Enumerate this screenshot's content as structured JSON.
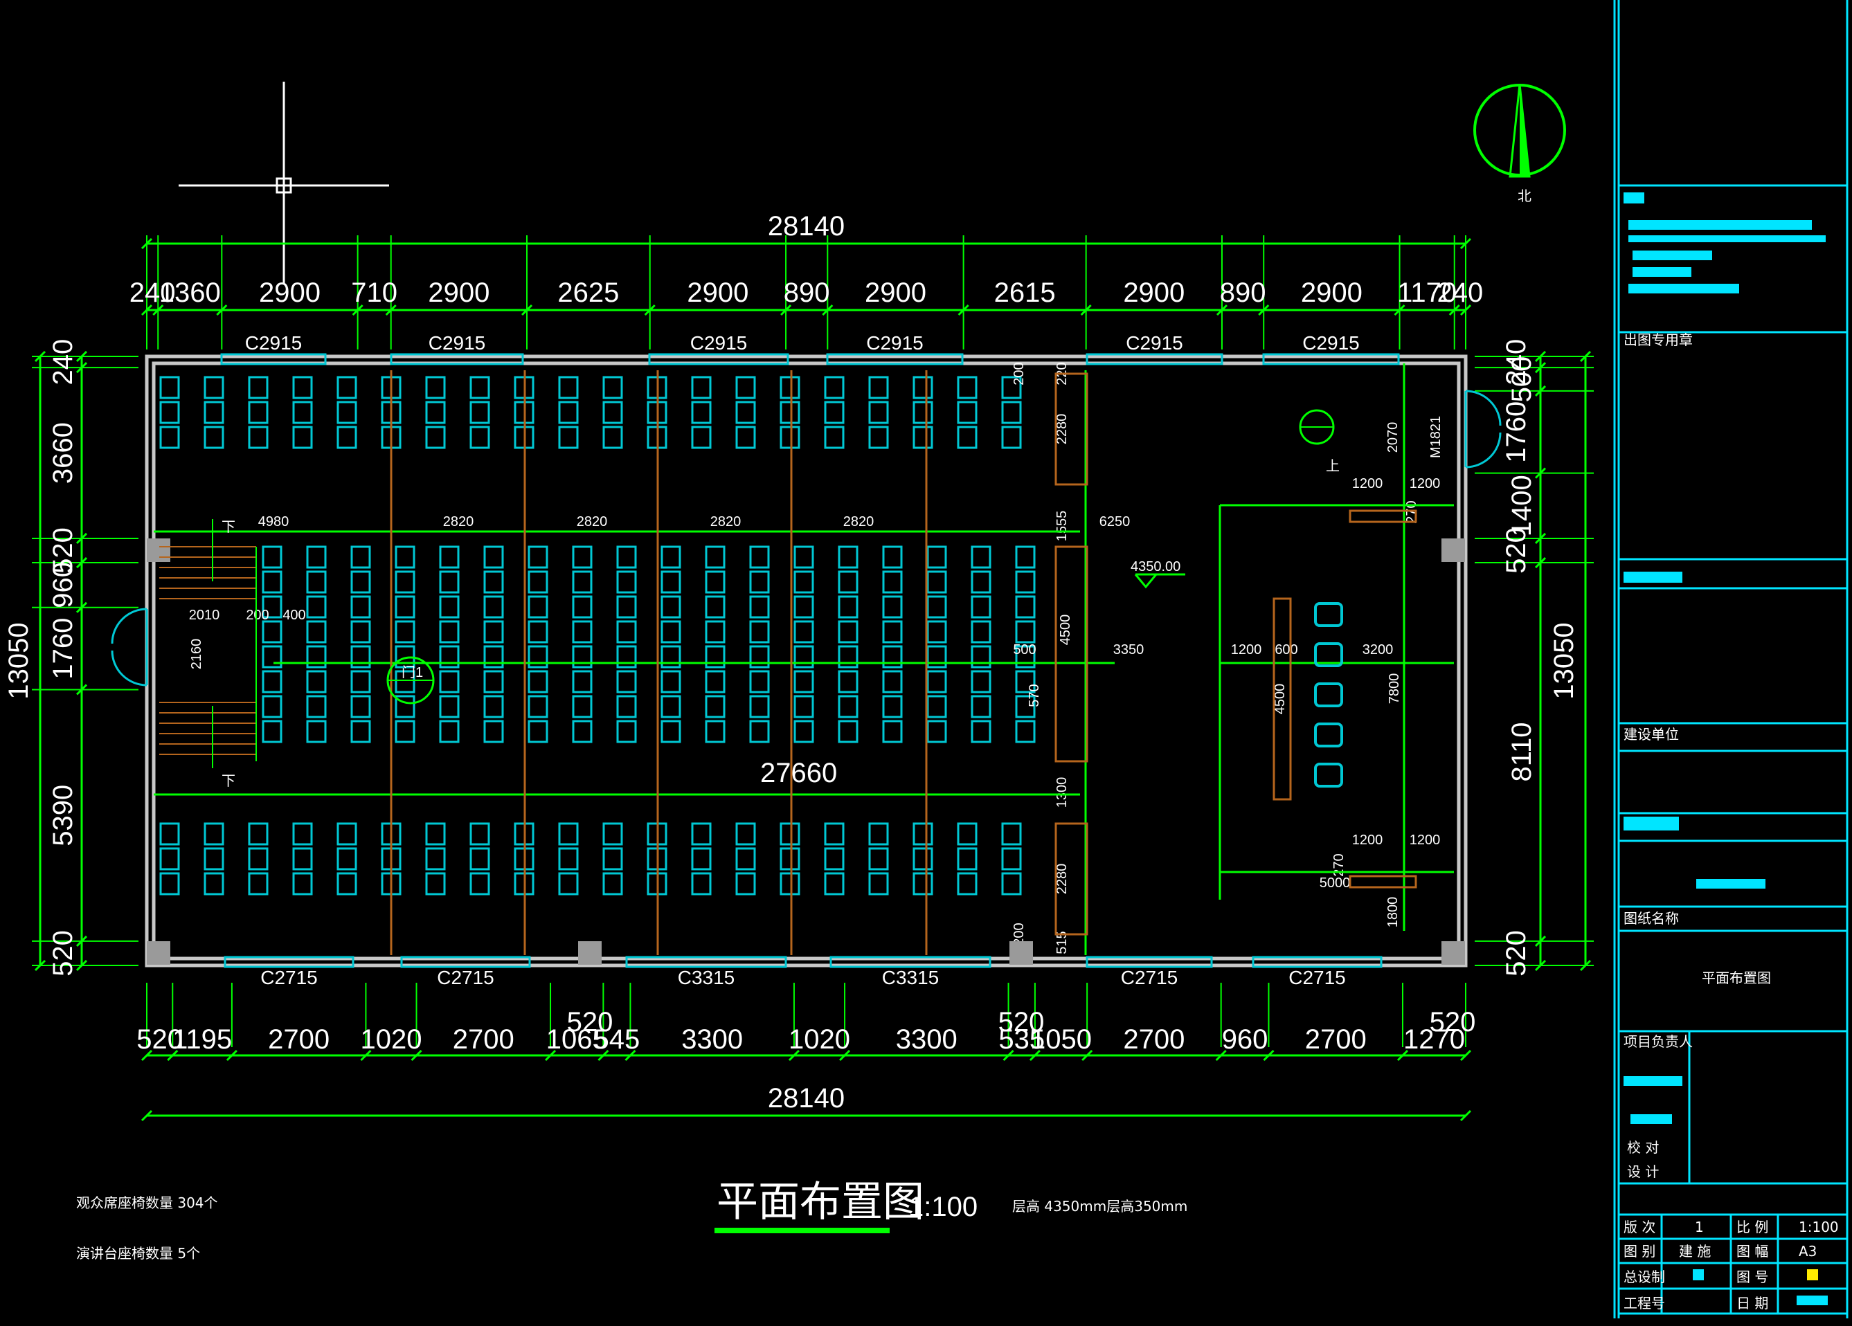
{
  "drawing": {
    "title": "平面布置图",
    "scale": "1:100",
    "height_note": "层高 4350mm层高350mm",
    "seats_note": "观众席座椅数量 304个",
    "stage_note": "演讲台座椅数量 5个",
    "north_label": "北",
    "center_length": "27660",
    "level_mark": "4350.00",
    "door_left": "门1",
    "door_m1821": "M1821",
    "stair_down_1": "下",
    "stair_down_2": "下",
    "stair_up": "上"
  },
  "dims_top": {
    "overall": "28140",
    "segments": [
      "240",
      "1360",
      "2900",
      "710",
      "2900",
      "2625",
      "2900",
      "890",
      "2900",
      "2615",
      "2900",
      "890",
      "2900",
      "1170",
      "240"
    ]
  },
  "dims_bottom": {
    "overall": "28140",
    "segments": [
      "520",
      "1195",
      "2700",
      "1020",
      "2700",
      "1065",
      "545",
      "3300",
      "1020",
      "3300",
      "535",
      "1050",
      "2700",
      "960",
      "2700",
      "1270"
    ],
    "raised": [
      "520",
      "520",
      "520"
    ]
  },
  "dims_left": {
    "overall": "13050",
    "segments": [
      "240",
      "3660",
      "520",
      "960",
      "1760",
      "5390",
      "520"
    ]
  },
  "dims_right": {
    "overall": "13050",
    "segments": [
      "240",
      "500",
      "1760",
      "1400",
      "520",
      "8110",
      "520"
    ]
  },
  "windows_top": [
    "C2915",
    "C2915",
    "C2915",
    "C2915",
    "C2915",
    "C2915"
  ],
  "windows_bottom": [
    "C2715",
    "C2715",
    "C3315",
    "C3315",
    "C2715",
    "C2715"
  ],
  "interior_dims": {
    "aisle_row": [
      "4980",
      "2820",
      "2820",
      "2820",
      "2820",
      "6250"
    ],
    "stair": [
      "2010",
      "200",
      "400",
      "2160"
    ],
    "middle": [
      "500",
      "3350",
      "1200",
      "600",
      "3200",
      "7800",
      "4500",
      "570",
      "4500"
    ],
    "right_top": [
      "1200",
      "1200",
      "270",
      "2070"
    ],
    "right_bottom": [
      "1200",
      "1200",
      "270",
      "5000",
      "1800"
    ],
    "vertical": [
      "200",
      "2280",
      "1555",
      "1300",
      "2280",
      "515",
      "200",
      "220"
    ]
  },
  "title_block": {
    "stamp_label": "出图专用章",
    "client_label": "建设单位",
    "drawing_name_label": "图纸名称",
    "drawing_name": "平面布置图",
    "leader_label": "项目负责人",
    "check_label": "校 对",
    "design_label": "设 计",
    "sheet_no_label": "版 次",
    "sheet_no": "1",
    "scale_label": "比 例",
    "scale_value": "1:100",
    "category_label": "图 别",
    "category_value": "建 施",
    "sheet_label": "图 幅",
    "sheet_value": "A3",
    "chief_label": "总设制",
    "drawing_no_label": "图 号",
    "project_no_label": "工程号",
    "date_label": "日 期"
  },
  "colors": {
    "background": "#000000",
    "dimension": "#00ff00",
    "seat": "#00c8d4",
    "wall": "#c8c8c8",
    "frame": "#00e5ff",
    "wood": "#b5651d",
    "highlight": "#ffeb00"
  }
}
